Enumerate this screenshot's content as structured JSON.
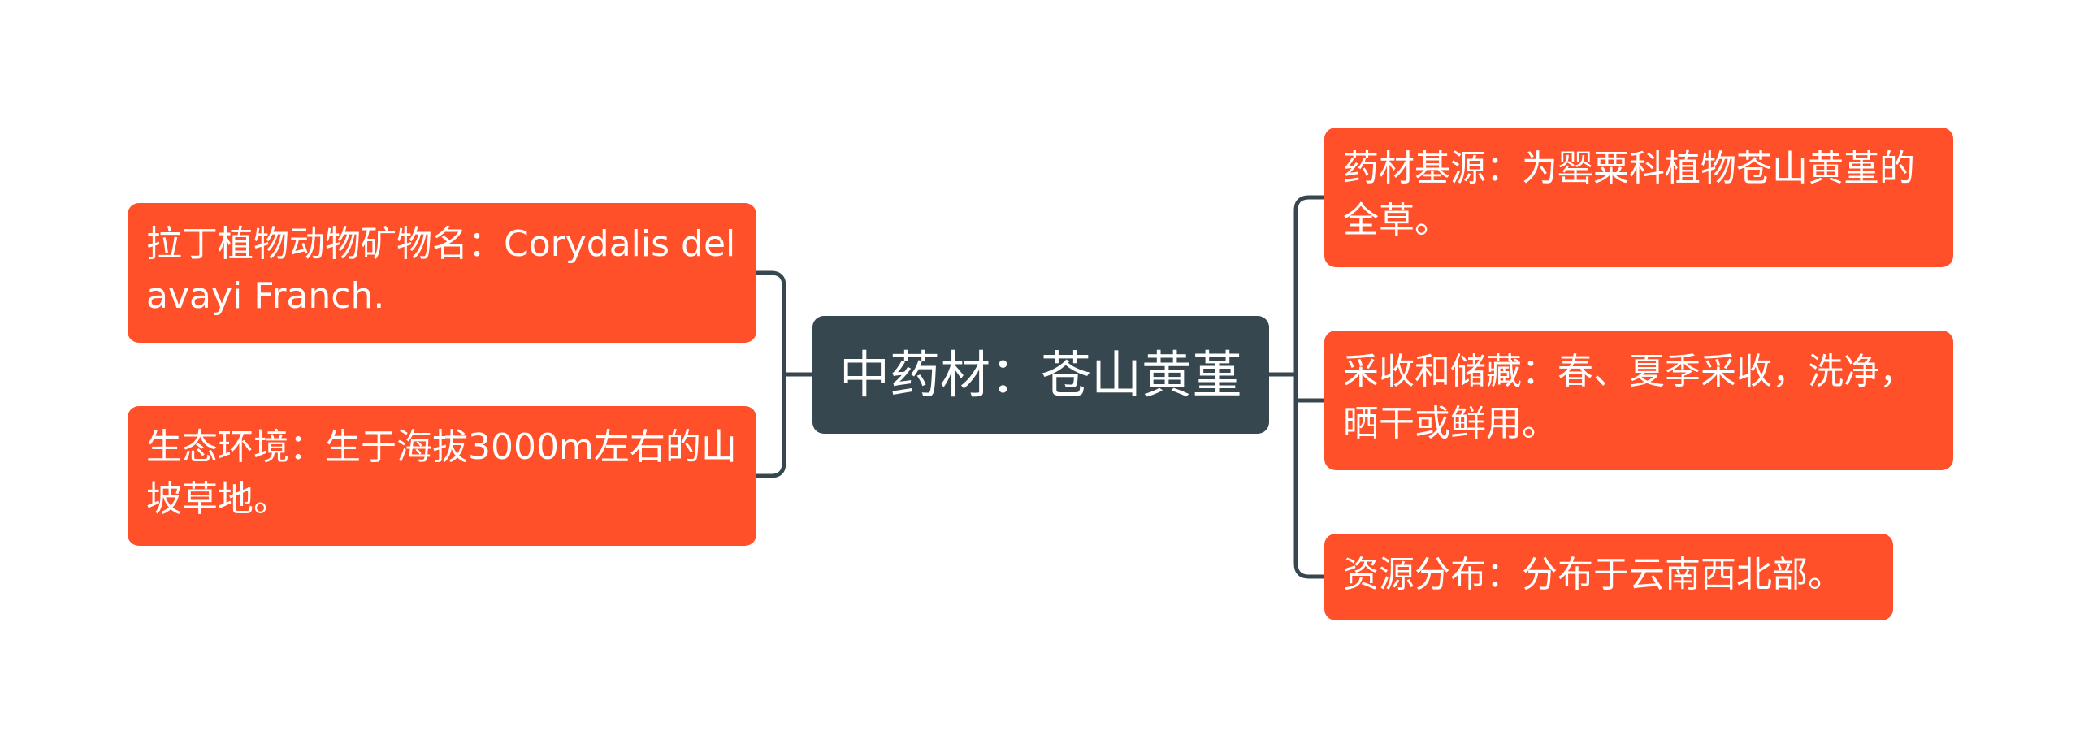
{
  "colors": {
    "central_fill": "#37474f",
    "topic_fill": "#ff5029",
    "connector": "#37474f",
    "text": "#ffffff"
  },
  "central": {
    "text": "中药材：苍山黄堇"
  },
  "left_topics": [
    {
      "text": "拉丁植物动物矿物名：Corydalis delavayi Franch."
    },
    {
      "text": "生态环境：生于海拔3000m左右的山坡草地。"
    }
  ],
  "right_topics": [
    {
      "text": "药材基源：为罂粟科植物苍山黄堇的全草。"
    },
    {
      "text": "采收和储藏：春、夏季采收，洗净，晒干或鲜用。"
    },
    {
      "text": "资源分布：分布于云南西北部。"
    }
  ]
}
